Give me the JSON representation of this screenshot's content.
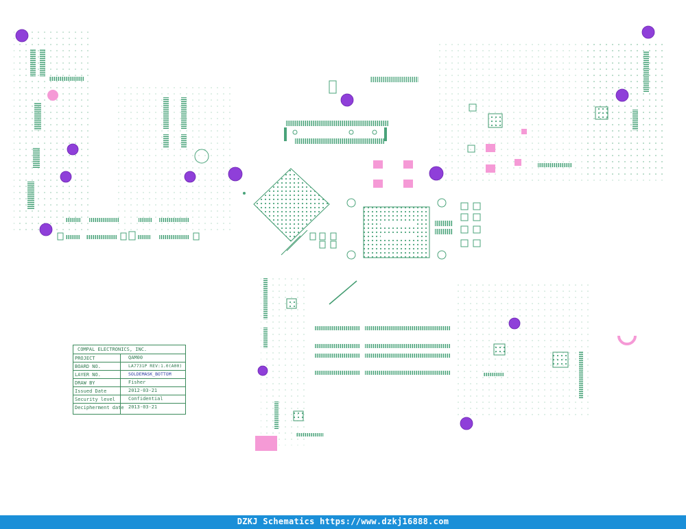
{
  "title_block": {
    "company": "COMPAL ELECTRONICS, INC.",
    "rows": [
      {
        "label": "PROJECT",
        "value": "QAM00"
      },
      {
        "label": "BOARD NO.",
        "value": "LA7731P   REV:1.0(A00)"
      },
      {
        "label": "LAYER NO.",
        "value": "SOLDEMASK_BOTTOM"
      },
      {
        "label": "DRAW BY",
        "value": "Fisher"
      },
      {
        "label": "Issued Date",
        "value": "2012-03-21"
      },
      {
        "label": "Security level",
        "value": "Confidential"
      },
      {
        "label": "Decipherment date",
        "value": "2013-03-21"
      }
    ]
  },
  "footer": {
    "text": "DZKJ Schematics https://www.dzkj16888.com"
  },
  "colors": {
    "trace": "#3f9a6e",
    "pad": "#4aa37a",
    "pink": "#f06fbf",
    "via": "#8f3fd9",
    "footer_bg": "#1b8fd8"
  }
}
